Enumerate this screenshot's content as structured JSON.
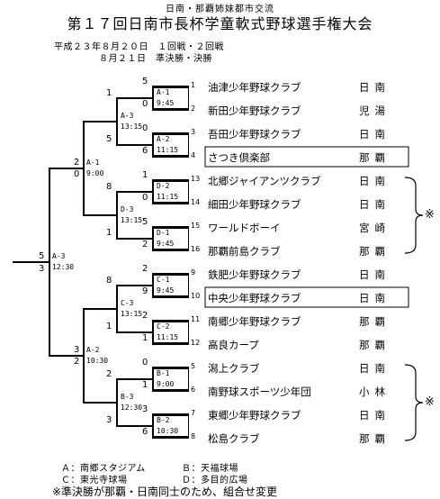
{
  "header": {
    "subtitle": "日南・那覇姉妹都市交流",
    "title": "第１７回日南市長杯学童軟式野球選手権大会",
    "date_line1": "平成２３年８月２０日　１回戦・２回戦",
    "date_line2": "８月２１日　準決勝・決勝"
  },
  "teams": [
    {
      "no": "1",
      "name": "油津少年野球クラブ",
      "region": "日南"
    },
    {
      "no": "2",
      "name": "新田少年野球クラブ",
      "region": "児湯"
    },
    {
      "no": "3",
      "name": "吾田少年野球クラブ",
      "region": "日南"
    },
    {
      "no": "4",
      "name": "さつき倶楽部",
      "region": "那覇"
    },
    {
      "no": "13",
      "name": "北郷ジャイアンツクラブ",
      "region": "日南"
    },
    {
      "no": "14",
      "name": "細田少年野球クラブ",
      "region": "日南"
    },
    {
      "no": "15",
      "name": "ワールドボーイ",
      "region": "宮崎"
    },
    {
      "no": "16",
      "name": "那覇前島クラブ",
      "region": "那覇"
    },
    {
      "no": "9",
      "name": "鉄肥少年野球クラブ",
      "region": "日南"
    },
    {
      "no": "10",
      "name": "中央少年野球クラブ",
      "region": "日南"
    },
    {
      "no": "11",
      "name": "南郷少年野球クラブ",
      "region": "那覇"
    },
    {
      "no": "12",
      "name": "高良カープ",
      "region": "那覇"
    },
    {
      "no": "5",
      "name": "潟上クラブ",
      "region": "日南"
    },
    {
      "no": "6",
      "name": "南野球スポーツ少年団",
      "region": "小林"
    },
    {
      "no": "7",
      "name": "東郷少年野球クラブ",
      "region": "日南"
    },
    {
      "no": "8",
      "name": "松島クラブ",
      "region": "那覇"
    }
  ],
  "matches": {
    "r1": [
      {
        "code": "A-1",
        "time": "9:45",
        "top": "5",
        "bot": "0"
      },
      {
        "code": "A-2",
        "time": "11:15",
        "top": "0",
        "bot": "6"
      },
      {
        "code": "D-2",
        "time": "11:15",
        "top": "1",
        "bot": "0"
      },
      {
        "code": "D-1",
        "time": "9:45",
        "top": "5",
        "bot": "2"
      },
      {
        "code": "C-1",
        "time": "9:45",
        "top": "2",
        "bot": "9"
      },
      {
        "code": "C-2",
        "time": "11:15",
        "top": "2",
        "bot": "1"
      },
      {
        "code": "B-1",
        "time": "9:00",
        "top": "0",
        "bot": "1"
      },
      {
        "code": "B-2",
        "time": "10:30",
        "top": "3",
        "bot": "6"
      }
    ],
    "r2": [
      {
        "code": "A-3",
        "time": "13:15",
        "top": "1",
        "bot": "5"
      },
      {
        "code": "D-3",
        "time": "13:15",
        "top": "8",
        "bot": "1"
      },
      {
        "code": "C-3",
        "time": "13:15",
        "top": "8",
        "bot": "1"
      },
      {
        "code": "B-3",
        "time": "12:30",
        "top": "2",
        "bot": "3"
      }
    ],
    "sf": [
      {
        "code": "A-1",
        "time": "9:00",
        "top": "2",
        "bot": "0"
      },
      {
        "code": "A-2",
        "time": "10:30",
        "top": "3",
        "bot": "2"
      }
    ],
    "final": {
      "code": "A-3",
      "time": "12:30",
      "top": "5",
      "bot": "3"
    }
  },
  "notes": {
    "star": "※",
    "legend_a": "Ａ：南郷スタジアム",
    "legend_b": "Ｂ：天福球場",
    "legend_c": "Ｃ：東光寺球場",
    "legend_d": "Ｄ：多目的広場",
    "footnote": "※準決勝が那覇・日南同士のため、組合せ変更"
  }
}
